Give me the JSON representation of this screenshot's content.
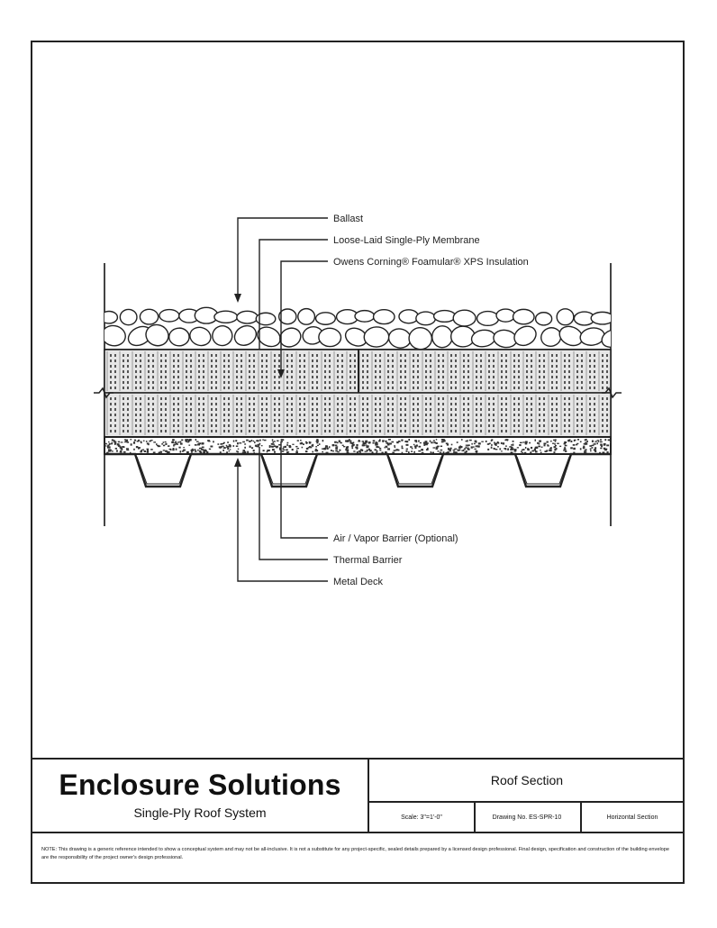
{
  "drawing": {
    "callouts_top": [
      "Ballast",
      "Loose-Laid Single-Ply Membrane",
      "Owens Corning® Foamular® XPS Insulation"
    ],
    "callouts_bottom": [
      "Air / Vapor Barrier (Optional)",
      "Thermal Barrier",
      "Metal Deck"
    ]
  },
  "title_block": {
    "company": "Enclosure Solutions",
    "system": "Single-Ply Roof System",
    "sheet_title": "Roof Section",
    "scale": "Scale: 3\"=1'-0\"",
    "drawing_number": "Drawing No. ES-SPR-10",
    "section": "Horizontal Section",
    "note": "NOTE: This drawing is a generic reference intended to show a conceptual system and may not be all-inclusive. It is not a substitute for any project-specific, sealed details prepared by a licensed design professional. Final design, specification and construction of the building envelope are the responsibility of the project owner's design professional."
  },
  "colors": {
    "line": "#222222",
    "paper": "#ffffff",
    "insulation_fill": "#e6e6e6"
  }
}
